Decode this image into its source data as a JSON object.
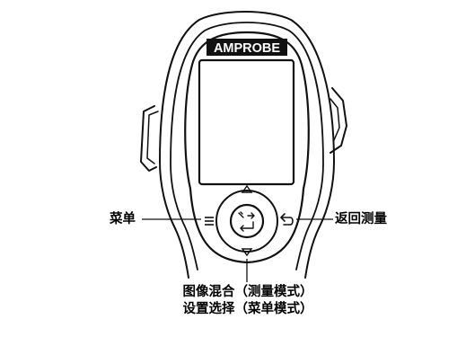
{
  "device": {
    "brand": "AMPROBE"
  },
  "callouts": {
    "menu": "菜单",
    "return": "返回测量",
    "center_line1": "图像混合（测量模式）",
    "center_line2": "设置选择（菜单模式）"
  },
  "colors": {
    "body": "#ffffff",
    "outline": "#111111",
    "brand_bg": "#111111",
    "brand_text": "#ffffff"
  },
  "icons": [
    "menu-icon",
    "back-arrow-icon",
    "enter-icon",
    "up-arrow-icon",
    "down-arrow-icon"
  ]
}
